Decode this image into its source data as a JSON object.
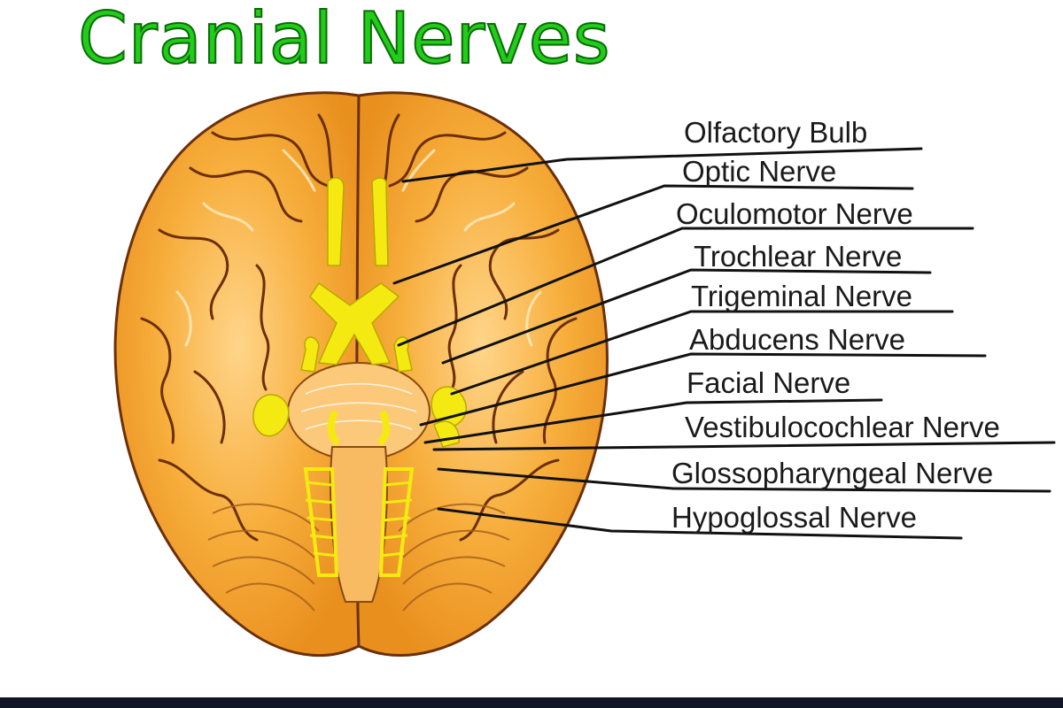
{
  "title": "Cranial Nerves",
  "labels": [
    {
      "name": "olfactory-bulb-label",
      "text": "Olfactory Bulb"
    },
    {
      "name": "optic-nerve-label",
      "text": "Optic Nerve"
    },
    {
      "name": "oculomotor-nerve-label",
      "text": "Oculomotor Nerve"
    },
    {
      "name": "trochlear-nerve-label",
      "text": "Trochlear Nerve"
    },
    {
      "name": "trigeminal-nerve-label",
      "text": "Trigeminal Nerve"
    },
    {
      "name": "abducens-nerve-label",
      "text": "Abducens Nerve"
    },
    {
      "name": "facial-nerve-label",
      "text": "Facial Nerve"
    },
    {
      "name": "vestibulocochlear-nerve-label",
      "text": "Vestibulocochlear Nerve"
    },
    {
      "name": "glossopharyngeal-nerve-label",
      "text": "Glossopharyngeal Nerve"
    },
    {
      "name": "hypoglossal-nerve-label",
      "text": "Hypoglossal Nerve"
    }
  ],
  "colors": {
    "title": "#22cc1a",
    "brain": "#f5a431",
    "brain_highlight": "#ffd38a",
    "sulci": "#6b2f0a",
    "nerves": "#f4ea12",
    "bottom_bar": "#101626"
  }
}
